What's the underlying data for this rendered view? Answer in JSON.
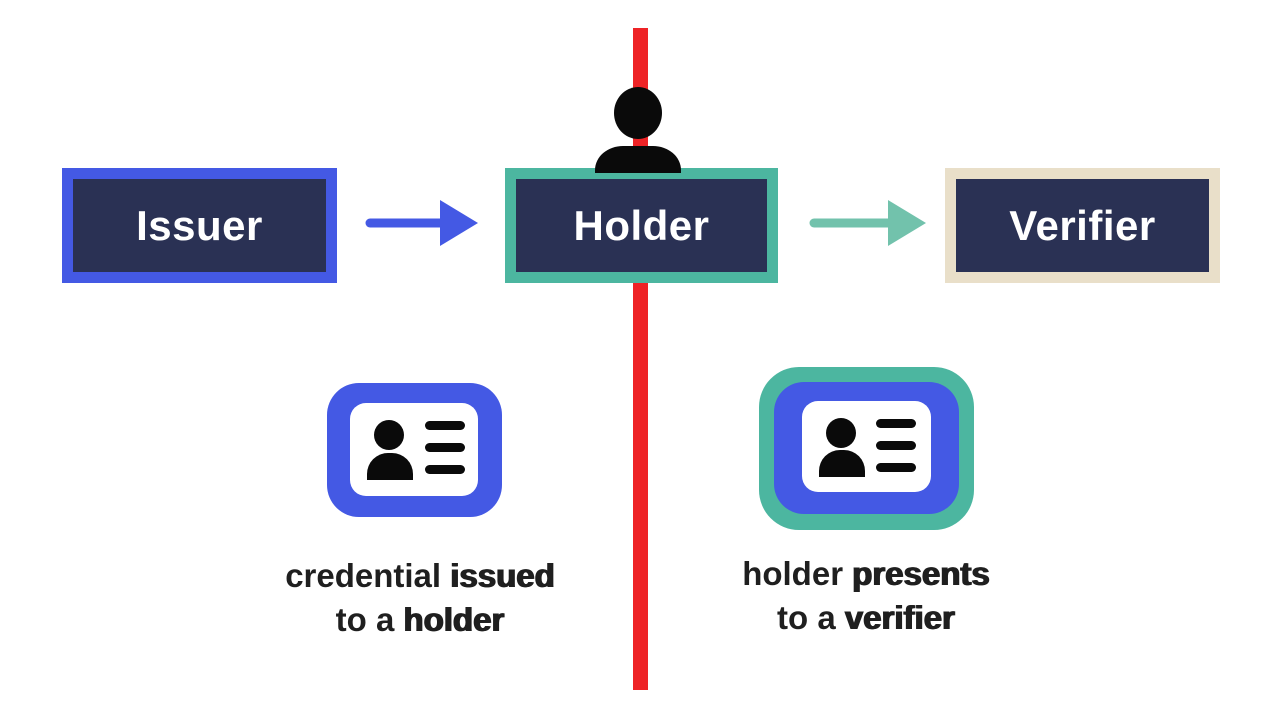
{
  "colors": {
    "red": "#EE2326",
    "navy": "#2A3154",
    "blue": "#4459E4",
    "teal": "#4CB6A0",
    "teal-light": "#72C2AC",
    "cream": "#E9DFC9",
    "ink": "#1F1F1F",
    "glyph": "#0A0A0A",
    "white": "#FFFFFF"
  },
  "boxes": {
    "issuer": {
      "label": "Issuer"
    },
    "holder": {
      "label": "Holder"
    },
    "verifier": {
      "label": "Verifier"
    }
  },
  "icons": {
    "person": "person-silhouette",
    "arrow_issuer_to_holder": "arrow-right-blue",
    "arrow_holder_to_verifier": "arrow-right-teal",
    "credential_issued": "id-card-blue",
    "credential_presented": "id-card-teal-nested",
    "timeline": "vertical-red-line"
  },
  "captions": {
    "left": {
      "line1_regular": "credential",
      "line1_bold": "issued",
      "line2_regular": "to a",
      "line2_bold": "holder"
    },
    "right": {
      "line1_regular": "holder",
      "line1_bold": "presents",
      "line2_regular": "to a",
      "line2_bold": "verifier"
    }
  }
}
